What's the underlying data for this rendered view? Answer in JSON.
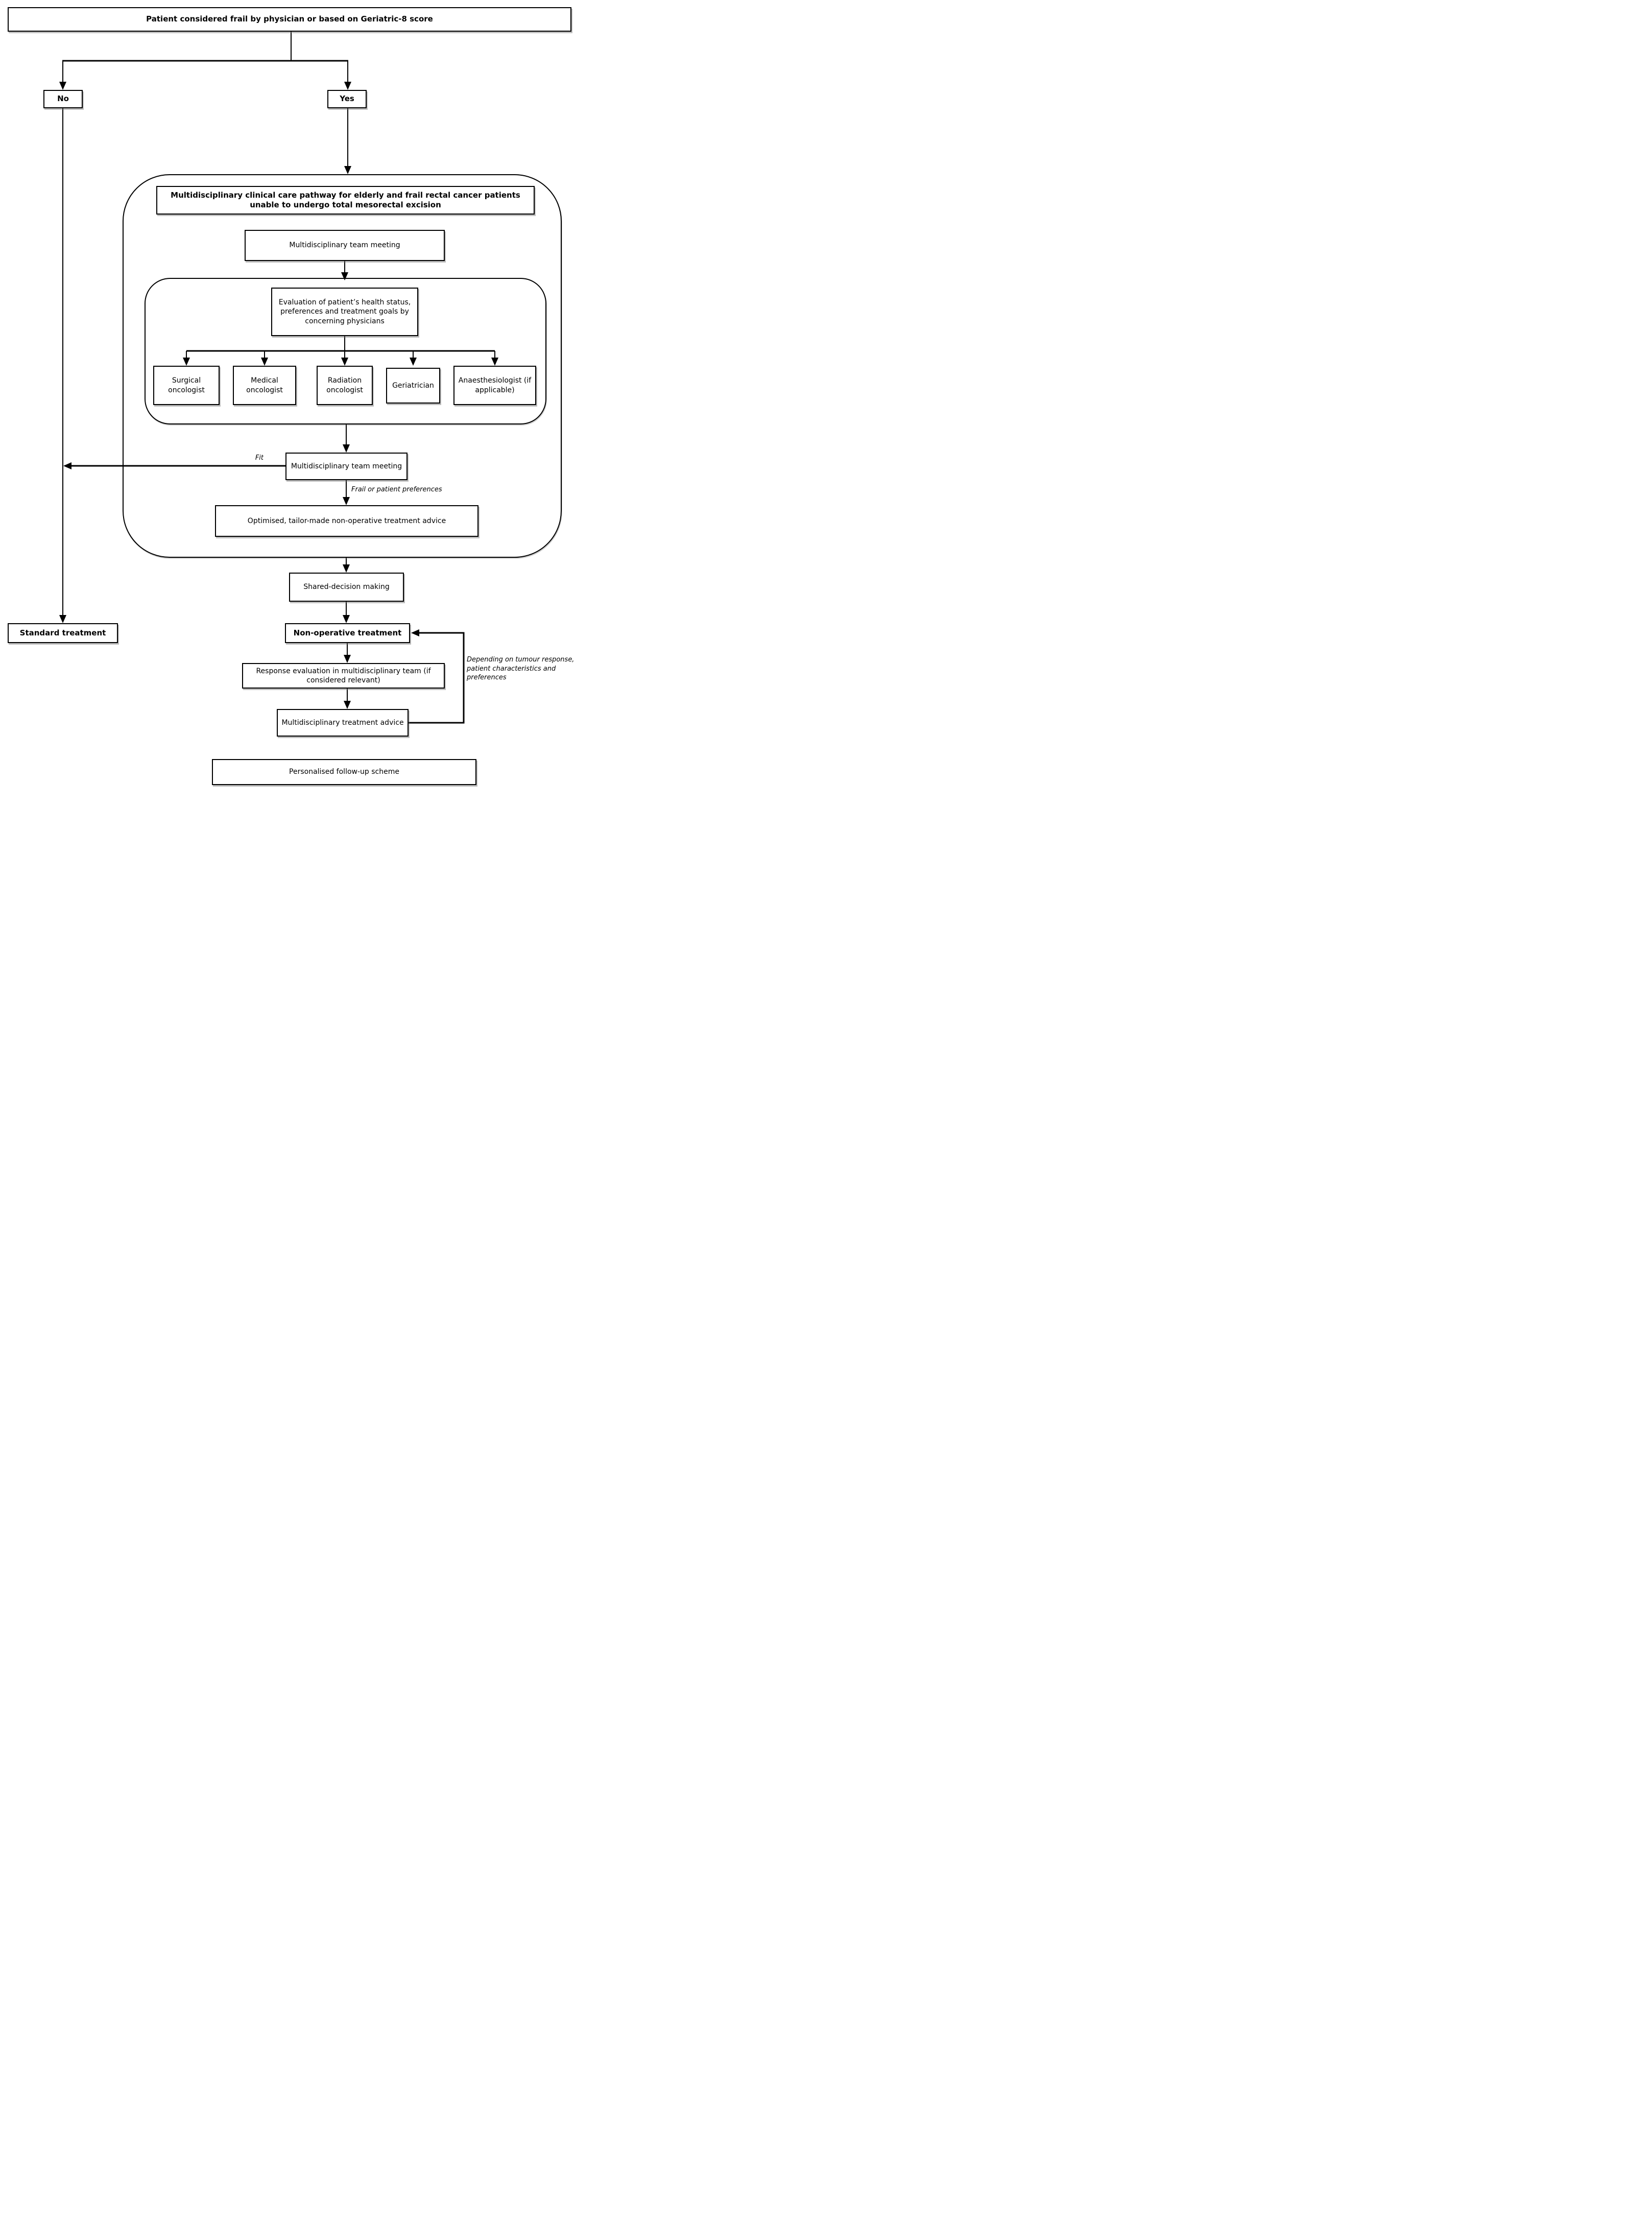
{
  "diagram": {
    "start": "Patient considered frail by physician or based on Geriatric-8 score",
    "branch_no": "No",
    "branch_yes": "Yes",
    "pathway_title": "Multidisciplinary clinical care pathway for elderly and frail rectal cancer patients unable to undergo total mesorectal excision",
    "mdt_meeting_1": "Multidisciplinary team meeting",
    "evaluation": "Evaluation of patient’s health status, preferences and treatment goals by concerning physicians",
    "specialists": [
      "Surgical oncologist",
      "Medical oncologist",
      "Radiation oncologist",
      "Geriatrician",
      "Anaesthesiologist (if applicable)"
    ],
    "mdt_meeting_2": "Multidisciplinary team meeting",
    "optimised_advice": "Optimised, tailor-made non-operative treatment advice",
    "shared_decision": "Shared-decision making",
    "non_operative": "Non-operative treatment",
    "standard_treatment": "Standard treatment",
    "response_evaluation": "Response evaluation in multidisciplinary team (if considered relevant)",
    "mdt_advice": "Multidisciplinary treatment advice",
    "followup": "Personalised follow-up scheme",
    "label_fit": "Fit",
    "label_frail": "Frail or patient preferences",
    "label_depending": "Depending on tumour response, patient characteristics and preferences"
  }
}
